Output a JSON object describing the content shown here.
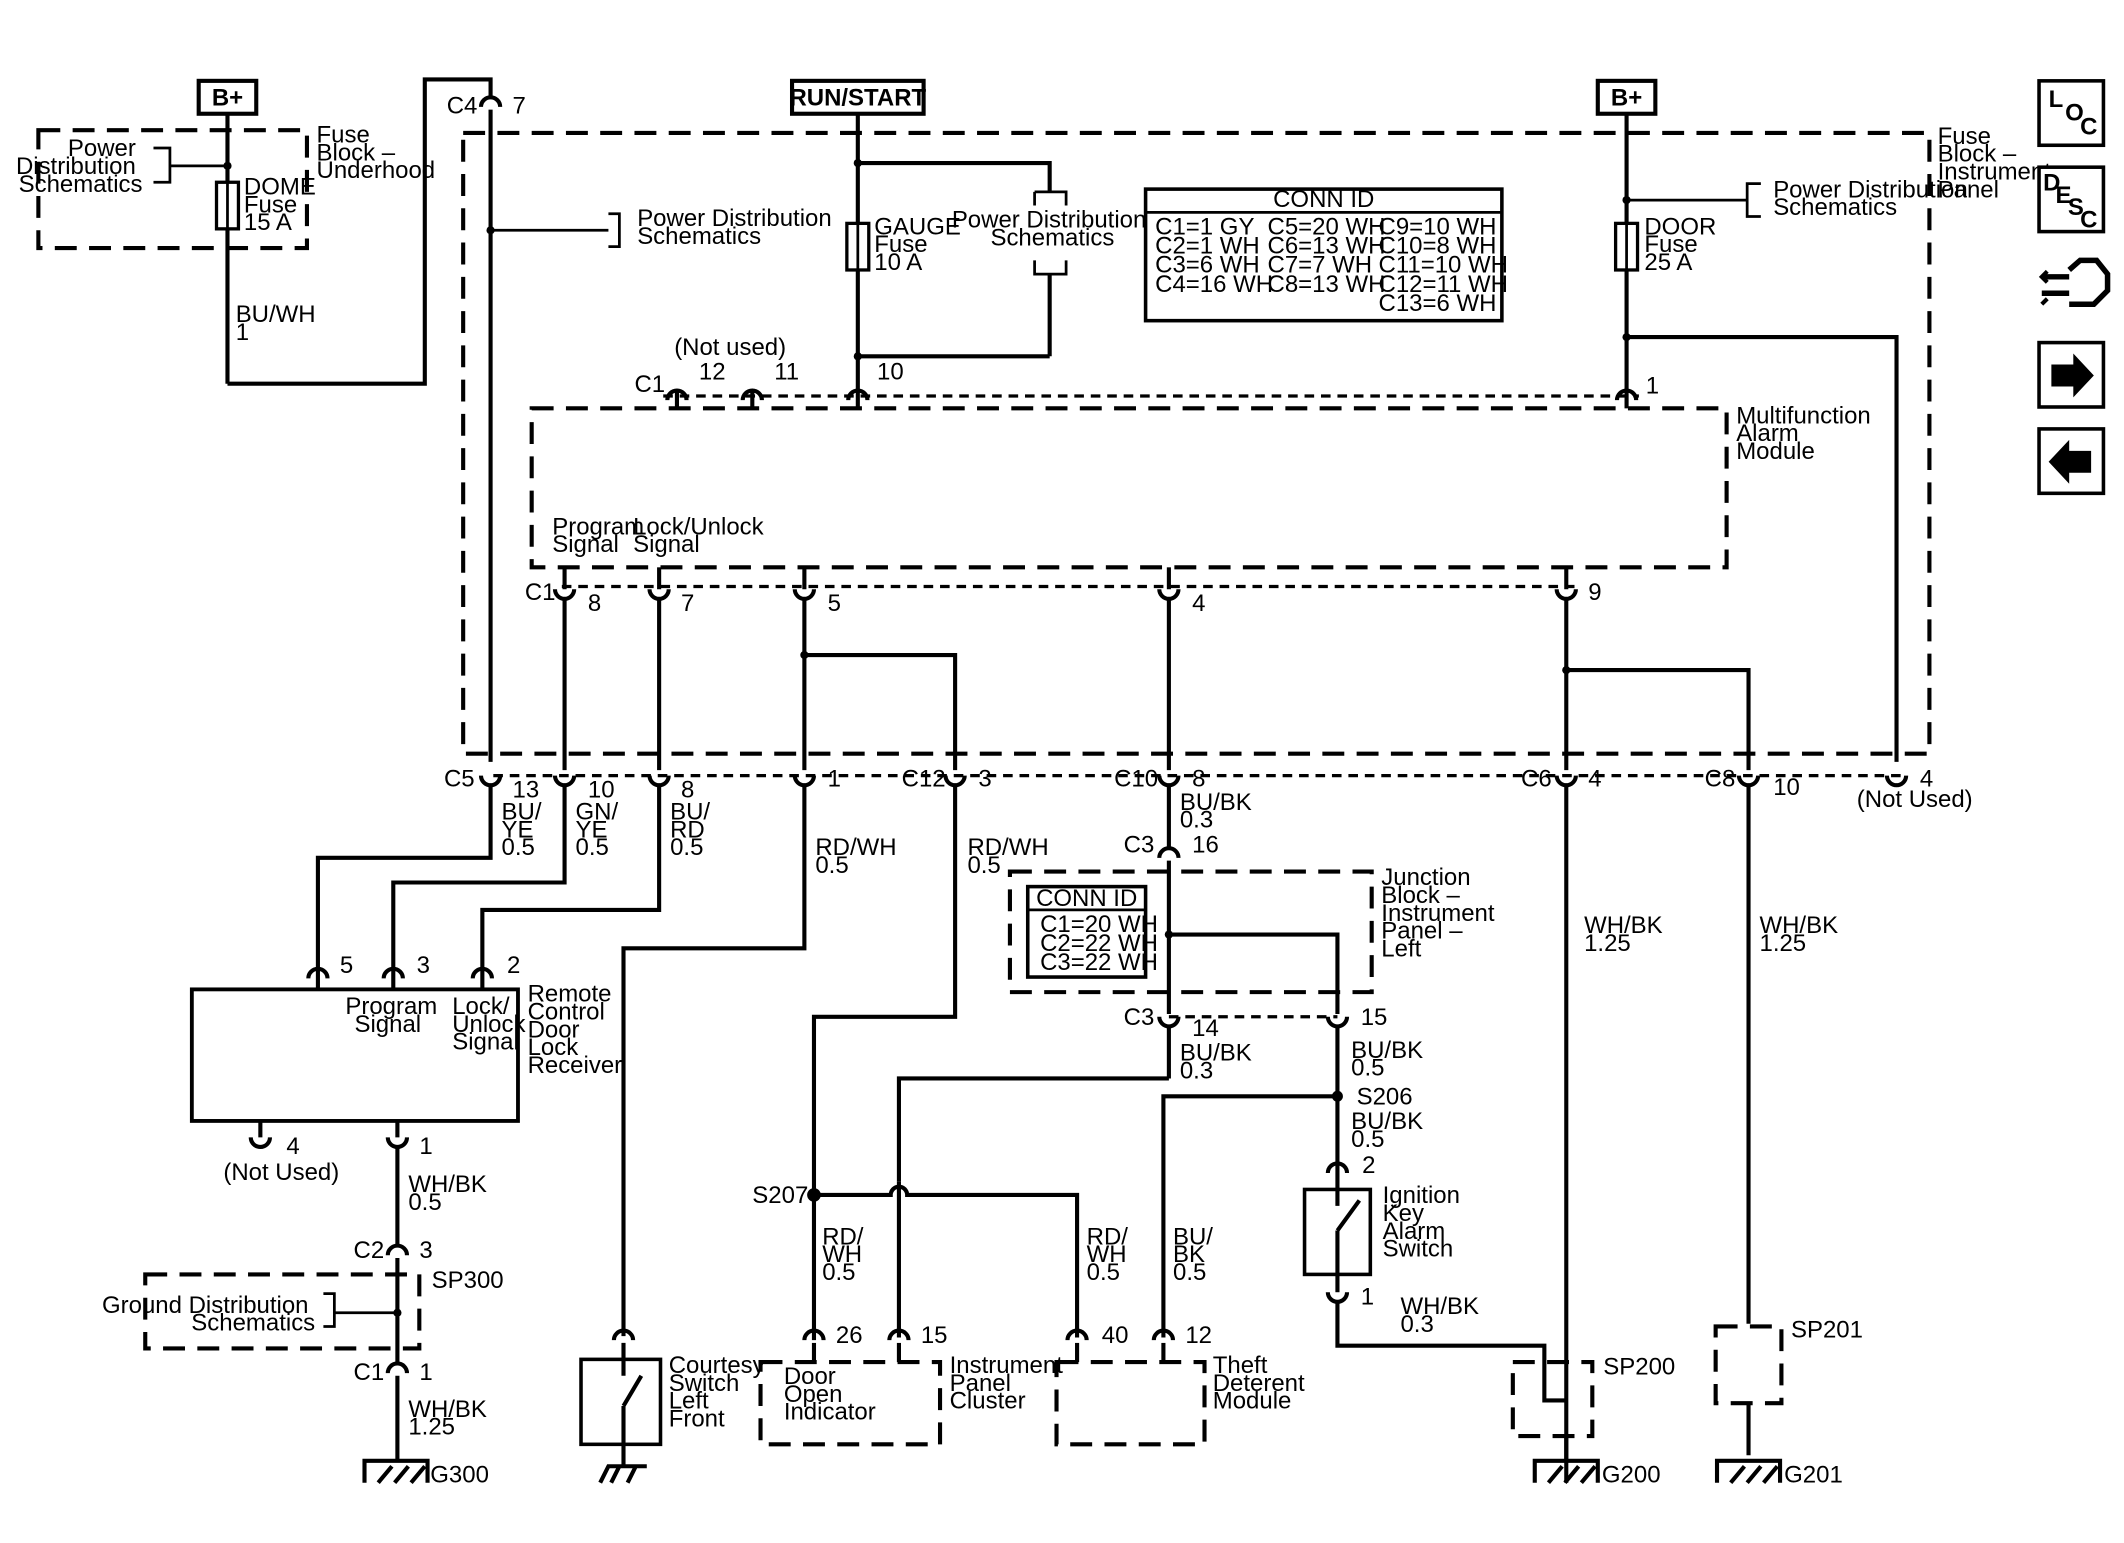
{
  "top": {
    "battery_left": "B+",
    "run_start": "RUN/START",
    "battery_right": "B+"
  },
  "nav": {
    "loc": [
      "L",
      "O",
      "C"
    ],
    "desc": [
      "D",
      "E",
      "S",
      "C"
    ],
    "icons": [
      "connector-icon",
      "next-arrow-icon",
      "previous-arrow-icon"
    ]
  },
  "blocks": {
    "fuse_underhood": [
      "Fuse",
      "Block –",
      "Underhood"
    ],
    "fuse_ip": [
      "Fuse",
      "Block –",
      "Instrument",
      "Panel"
    ],
    "mam": [
      "Multifunction",
      "Alarm",
      "Module"
    ],
    "jb": [
      "Junction",
      "Block –",
      "Instrument",
      "Panel –",
      "Left"
    ],
    "rcdlr": [
      "Remote",
      "Control",
      "Door",
      "Lock",
      "Receiver"
    ],
    "ipc": [
      "Instrument",
      "Panel",
      "Cluster"
    ],
    "tdm": [
      "Theft",
      "Deterent",
      "Module"
    ],
    "courtesy": [
      "Courtesy",
      "Switch",
      "Left",
      "Front"
    ],
    "ignition": [
      "Ignition",
      "Key",
      "Alarm",
      "Switch"
    ],
    "door_open": [
      "Door",
      "Open",
      "Indicator"
    ]
  },
  "refs": {
    "pds": [
      "Power",
      "Distribution",
      "Schematics"
    ],
    "pds2": [
      "Power Distribution",
      "Schematics"
    ],
    "gds": [
      "Ground Distribution",
      "Schematics"
    ]
  },
  "fuses": {
    "dome": [
      "DOME",
      "Fuse",
      "15 A"
    ],
    "gauge": [
      "GAUGE",
      "Fuse",
      "10 A"
    ],
    "door": [
      "DOOR",
      "Fuse",
      "25 A"
    ]
  },
  "conn_id_main": {
    "title": "CONN ID",
    "col1": [
      "C1=1 GY",
      "C2=1 WH",
      "C3=6 WH",
      "C4=16 WH"
    ],
    "col2": [
      "C5=20 WH",
      "C6=13 WH",
      "C7=7 WH",
      "C8=13 WH"
    ],
    "col3": [
      "C9=10 WH",
      "C10=8 WH",
      "C11=10 WH",
      "C12=11 WH",
      "C13=6 WH"
    ]
  },
  "conn_id_jb": {
    "title": "CONN ID",
    "rows": [
      "C1=20 WH",
      "C2=22 WH",
      "C3=22 WH"
    ]
  },
  "mam_pins": {
    "program": [
      "Program",
      "Signal"
    ],
    "lockunlock": [
      "Lock/Unlock",
      "Signal"
    ],
    "not_used": "(Not used)"
  },
  "rcdlr_pins": {
    "program": [
      "Program",
      "Signal"
    ],
    "lockunlock": [
      "Lock/",
      "Unlock",
      "Signal"
    ]
  },
  "labels": {
    "c1": "C1",
    "c2": "C2",
    "c3": "C3",
    "c4": "C4",
    "c5": "C5",
    "c6": "C6",
    "c8": "C8",
    "c10": "C10",
    "c12": "C12",
    "p1": "1",
    "p2": "2",
    "p3": "3",
    "p4": "4",
    "p5": "5",
    "p7": "7",
    "p8": "8",
    "p9": "9",
    "p10": "10",
    "p11": "11",
    "p12": "12",
    "p13": "13",
    "p14": "14",
    "p15": "15",
    "p16": "16",
    "p26": "26",
    "p40": "40",
    "not_used_cap": "(Not Used)",
    "s206": "S206",
    "s207": "S207",
    "sp200": "SP200",
    "sp201": "SP201",
    "sp300": "SP300",
    "g200": "G200",
    "g201": "G201",
    "g300": "G300"
  },
  "wires": {
    "bu_wh_1": [
      "BU/WH",
      "1"
    ],
    "bu_ye_05": [
      "BU/",
      "YE",
      "0.5"
    ],
    "gn_ye_05": [
      "GN/",
      "YE",
      "0.5"
    ],
    "bu_rd_05": [
      "BU/",
      "RD",
      "0.5"
    ],
    "rd_wh_05": [
      "RD/WH",
      "0.5"
    ],
    "bu_bk_03": [
      "BU/BK",
      "0.3"
    ],
    "bu_bk_05": [
      "BU/BK",
      "0.5"
    ],
    "wh_bk_125": [
      "WH/BK",
      "1.25"
    ],
    "wh_bk_05": [
      "WH/BK",
      "0.5"
    ],
    "wh_bk_03": [
      "WH/BK",
      "0.3"
    ],
    "rd_wh_05_stack": [
      "RD/",
      "WH",
      "0.5"
    ],
    "bu_bk_05_stack": [
      "BU/",
      "BK",
      "0.5"
    ]
  }
}
